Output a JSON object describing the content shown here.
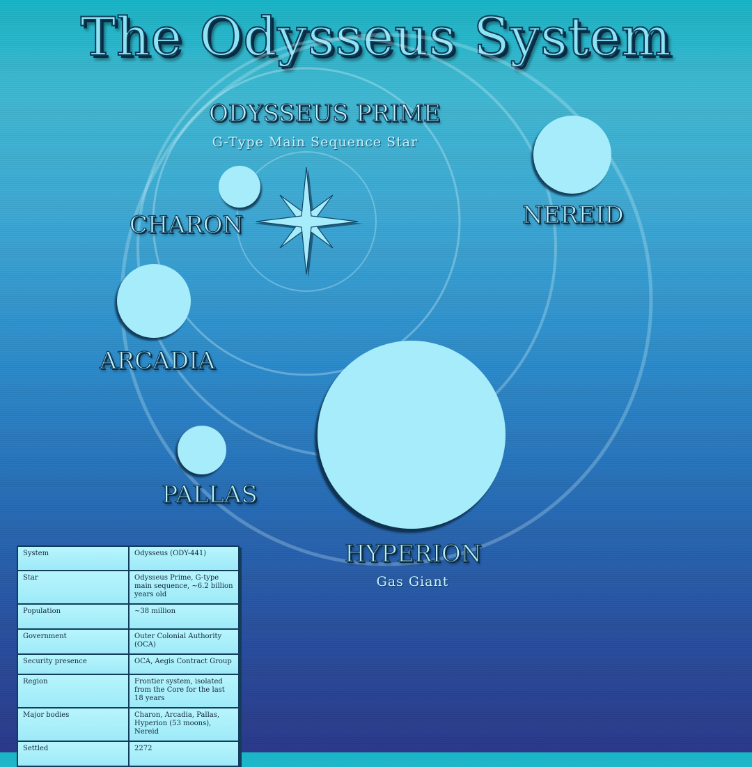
{
  "title": "The Odysseus System",
  "star": {
    "name": "ODYSSEUS PRIME",
    "subtitle": "G-Type Main Sequence Star"
  },
  "bodies": {
    "charon": {
      "name": "CHARON"
    },
    "arcadia": {
      "name": "ARCADIA"
    },
    "pallas": {
      "name": "PALLAS"
    },
    "hyperion": {
      "name": "HYPERION",
      "subtitle": "Gas Giant"
    },
    "nereid": {
      "name": "NEREID"
    }
  },
  "colors": {
    "planet_fill": "#a6ecfa",
    "planet_shadow": "#0f2f4a",
    "orbit": "#cfeff7",
    "label": "#bdf1fb"
  },
  "info_table": [
    {
      "key": "System",
      "value": "Odysseus (ODY-441)"
    },
    {
      "key": "Star",
      "value": "Odysseus Prime, G-type main sequence, ~6.2 billion years old"
    },
    {
      "key": "Population",
      "value": "~38 million"
    },
    {
      "key": "Government",
      "value": "Outer Colonial Authority (OCA)"
    },
    {
      "key": "Security presence",
      "value": "OCA, Aegis Contract Group"
    },
    {
      "key": "Region",
      "value": "Frontier system, isolated from the Core for the last 18 years"
    },
    {
      "key": "Major bodies",
      "value": "Charon, Arcadia, Pallas, Hyperion (53 moons), Nereid"
    },
    {
      "key": "Settled",
      "value": "2272"
    }
  ]
}
